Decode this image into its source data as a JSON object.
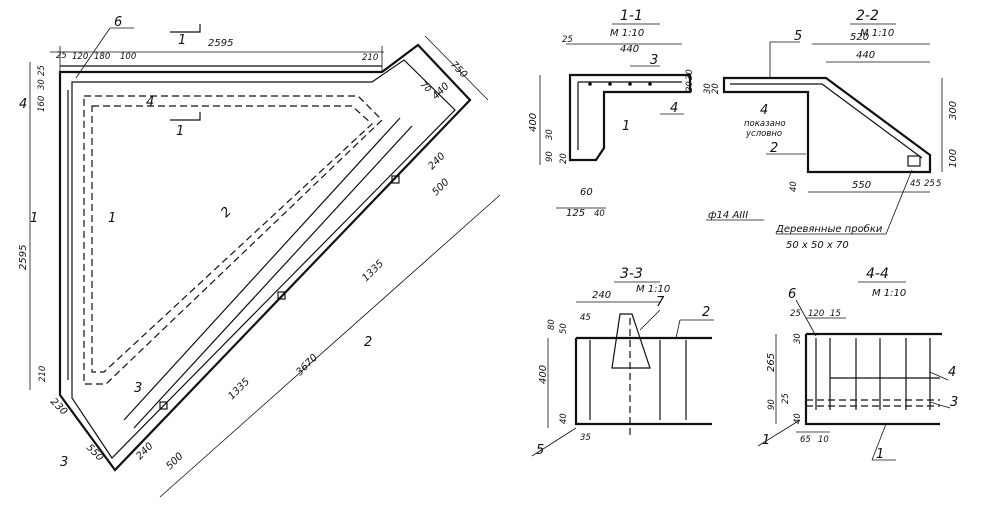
{
  "plan": {
    "dims": {
      "top_len": "2595",
      "left_len": "2595",
      "d25": "25",
      "d120": "120",
      "d180": "180",
      "d100": "100",
      "d210_top": "210",
      "d750": "750",
      "d70": "70",
      "d440": "440",
      "d240_r": "240",
      "d500_r": "500",
      "d1335_a": "1335",
      "d3670": "3670",
      "d1335_b": "1335",
      "d500_b": "500",
      "d240_b": "240",
      "d550": "550",
      "d230": "230",
      "d210_left": "210",
      "d25_left": "25",
      "d30_left": "30",
      "d160": "160",
      "d4_left": "4"
    },
    "section_marks": {
      "s1_top": "1",
      "s1_mid": "1",
      "s1_left": "1",
      "s1_left2": "1",
      "s2_mid": "2",
      "s2_bot": "2",
      "s3_a": "3",
      "s3_b": "3",
      "s4": "4",
      "callout6": "6"
    }
  },
  "sec11": {
    "title": "1-1",
    "scale": "М 1:10",
    "dims": {
      "d25": "25",
      "d440": "440",
      "d400": "400",
      "d30": "30",
      "d90": "90",
      "d20": "20",
      "d60": "60",
      "d125": "125",
      "d40": "40",
      "d30r": "30",
      "d20r": "20",
      "d30r2": "30",
      "d20r2": "20"
    },
    "callouts": {
      "c3": "3",
      "c1": "1",
      "c4": "4"
    }
  },
  "sec22": {
    "title": "2-2",
    "scale": "М 1:10",
    "dims": {
      "d520": "520",
      "d440": "440",
      "d300": "300",
      "d100": "100",
      "d550": "550",
      "d45": "45",
      "d25": "25",
      "d5": "5",
      "d40": "40"
    },
    "callouts": {
      "c5": "5",
      "c4": "4",
      "c2": "2"
    },
    "note_shown": "показано",
    "note_cond": "условно",
    "rebar": "ф14 АIII",
    "plugs": "Деревянные пробки",
    "plugs_size": "50 x 50 x 70"
  },
  "sec33": {
    "title": "3-3",
    "scale": "М 1:10",
    "dims": {
      "d240": "240",
      "d45": "45",
      "d80": "80",
      "d50": "50",
      "d400": "400",
      "d40": "40",
      "d35": "35"
    },
    "callouts": {
      "c7": "7",
      "c2": "2",
      "c5": "5"
    }
  },
  "sec44": {
    "title": "4-4",
    "scale": "М 1:10",
    "dims": {
      "d25": "25",
      "d120": "120",
      "d15": "15",
      "d30": "30",
      "d265": "265",
      "d25b": "25",
      "d90": "90",
      "d40": "40",
      "d65": "65",
      "d10": "10"
    },
    "callouts": {
      "c6": "6",
      "c4": "4",
      "c3": "3",
      "c1": "1",
      "c1b": "1"
    }
  }
}
